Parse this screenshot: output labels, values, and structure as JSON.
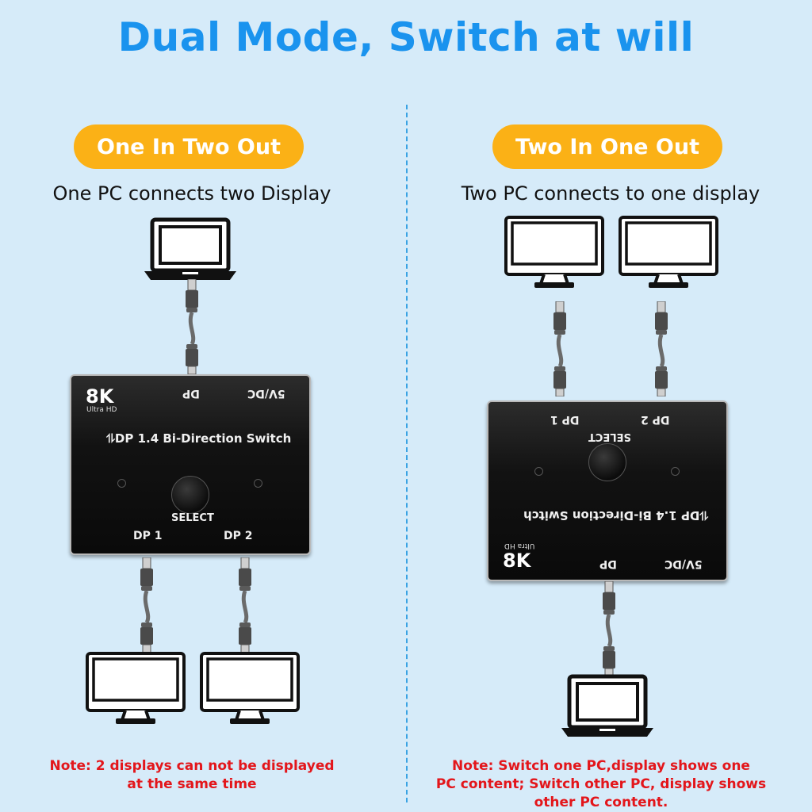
{
  "title": "Dual Mode, Switch at will",
  "left": {
    "badge": "One In Two Out",
    "subtitle": "One PC connects two Display",
    "switch": {
      "badge_8k": "8K",
      "ultra_hd": "Ultra HD",
      "port_dp": "DP",
      "port_power": "5V/DC",
      "model": "DP 1.4 Bi-Direction Switch",
      "select": "SELECT",
      "port_dp1": "DP 1",
      "port_dp2": "DP 2"
    },
    "note_line1": "Note: 2 displays can not be displayed",
    "note_line2": "at the same time"
  },
  "right": {
    "badge": "Two In One Out",
    "subtitle": "Two PC connects to one display",
    "switch": {
      "badge_8k": "8K",
      "ultra_hd": "Ultra HD",
      "port_dp": "DP",
      "port_power": "5V/DC",
      "model": "DP 1.4 Bi-Direction Switch",
      "select": "SELECT",
      "port_dp1": "DP 1",
      "port_dp2": "DP 2"
    },
    "note_line1": "Note: Switch one PC,display shows one",
    "note_line2": "PC content; Switch other PC, display shows",
    "note_line3": "other PC content."
  },
  "icons": [
    "laptop-icon",
    "monitor-icon",
    "dp-cable-icon"
  ],
  "colors": {
    "background": "#d6ebf9",
    "title": "#1a93ee",
    "badge": "#fbb116",
    "note": "#e3161b"
  }
}
